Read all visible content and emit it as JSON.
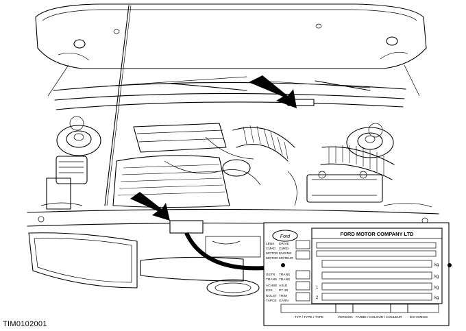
{
  "figure_ref": "TIM0102001",
  "plate": {
    "company": "FORD MOTOR COMPANY LTD",
    "logo": "Ford",
    "unit": "kg",
    "row_numbers": [
      "1",
      "2"
    ],
    "left_labels": [
      [
        "LENK",
        "DRIVE"
      ],
      [
        "CMAD",
        "CMKD"
      ],
      [
        "MOTOR",
        "ENGINE"
      ],
      [
        "MOTOR",
        "MOTEUR"
      ],
      [
        "GETR",
        "TRANS"
      ],
      [
        "TRANS",
        "TRANS"
      ],
      [
        "ACHSE",
        "AXLE"
      ],
      [
        "ESS",
        "PT 4R"
      ],
      [
        "NOLST",
        "TRIM"
      ],
      [
        "TAPCE",
        "GARN"
      ]
    ],
    "footer": [
      "TYP / TYPE / TYPE",
      "VERSION",
      "FARBE / COLOUR / COULEUR",
      "EXH EMISS"
    ]
  }
}
